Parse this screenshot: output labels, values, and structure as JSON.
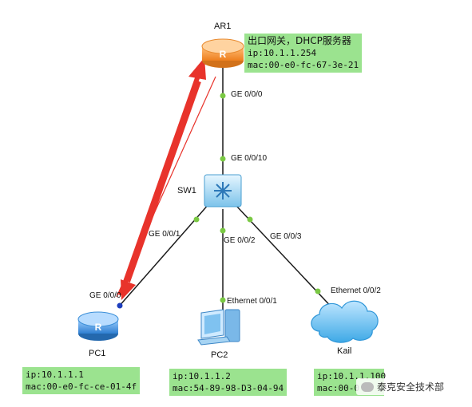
{
  "devices": {
    "ar1": {
      "name": "AR1",
      "notes": [
        "出口网关，DHCP服务器",
        "ip:10.1.1.254",
        "mac:00-e0-fc-67-3e-21"
      ]
    },
    "sw1": {
      "name": "SW1"
    },
    "pc1": {
      "name": "PC1",
      "notes": [
        "ip:10.1.1.1",
        "mac:00-e0-fc-ce-01-4f"
      ]
    },
    "pc2": {
      "name": "PC2",
      "notes": [
        "ip:10.1.1.2",
        "mac:54-89-98-D3-04-94"
      ]
    },
    "kali": {
      "name": "Kail",
      "notes": [
        "ip:10.1.1.100",
        "mac:00-0"
      ]
    }
  },
  "ports": {
    "ar1_ge": "GE 0/0/0",
    "sw1_ge10": "GE 0/0/10",
    "sw1_ge1": "GE 0/0/1",
    "sw1_ge2": "GE 0/0/2",
    "sw1_ge3": "GE 0/0/3",
    "pc1_ge": "GE 0/0/0",
    "pc2_eth": "Ethernet 0/0/1",
    "kali_eth": "Ethernet 0/0/2"
  },
  "colors": {
    "note_bg": "#9be38f",
    "arrow": "#e8332b",
    "router": "#f39a3a",
    "router_blue": "#3c8fd8",
    "link": "#1a1a1a",
    "port_dot": "#7ac943"
  },
  "watermark": "泰克安全技术部"
}
